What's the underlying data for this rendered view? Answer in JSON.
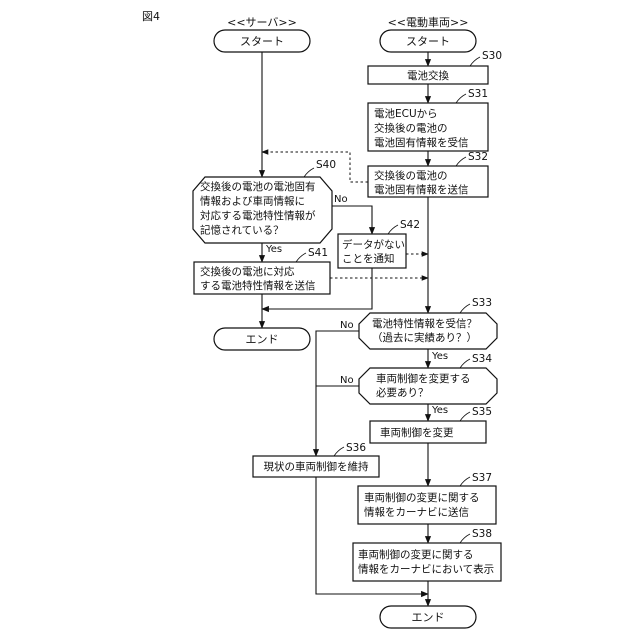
{
  "figure_label": "図4",
  "lanes": {
    "server": "<<サーバ>>",
    "vehicle": "<<電動車両>>"
  },
  "nodes": {
    "start_server": "スタート",
    "end_server": "エンド",
    "start_vehicle": "スタート",
    "end_vehicle": "エンド",
    "s30": {
      "step": "S30",
      "lines": [
        "電池交換"
      ]
    },
    "s31": {
      "step": "S31",
      "lines": [
        "電池ECUから",
        "交換後の電池の",
        "電池固有情報を受信"
      ]
    },
    "s32": {
      "step": "S32",
      "lines": [
        "交換後の電池の",
        "電池固有情報を送信"
      ]
    },
    "s40": {
      "step": "S40",
      "lines": [
        "交換後の電池の電池固有",
        "情報および車両情報に",
        "対応する電池特性情報が",
        "記憶されている？"
      ]
    },
    "s41": {
      "step": "S41",
      "lines": [
        "交換後の電池に対応",
        "する電池特性情報を送信"
      ]
    },
    "s42": {
      "step": "S42",
      "lines": [
        "データがない",
        "ことを通知"
      ]
    },
    "s33": {
      "step": "S33",
      "lines": [
        "電池特性情報を受信？",
        "（過去に実績あり？）"
      ]
    },
    "s34": {
      "step": "S34",
      "lines": [
        "車両制御を変更する",
        "必要あり？"
      ]
    },
    "s35": {
      "step": "S35",
      "lines": [
        "車両制御を変更"
      ]
    },
    "s36": {
      "step": "S36",
      "lines": [
        "現状の車両制御を維持"
      ]
    },
    "s37": {
      "step": "S37",
      "lines": [
        "車両制御の変更に関する",
        "情報をカーナビに送信"
      ]
    },
    "s38": {
      "step": "S38",
      "lines": [
        "車両制御の変更に関する",
        "情報をカーナビにおいて表示"
      ]
    }
  },
  "branch_labels": {
    "s40_yes": "Yes",
    "s40_no": "No",
    "s33_yes": "Yes",
    "s33_no": "No",
    "s34_yes": "Yes",
    "s34_no": "No"
  }
}
